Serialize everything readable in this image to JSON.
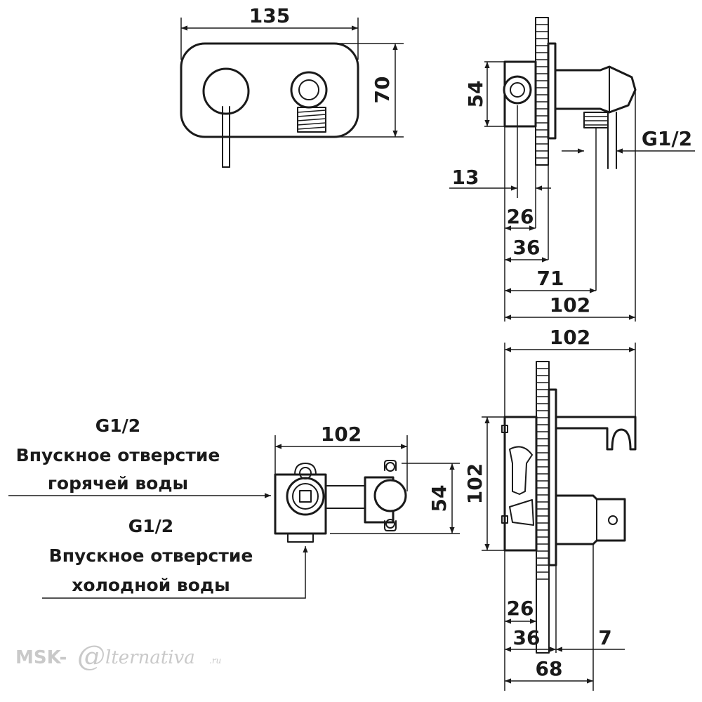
{
  "dimensions": {
    "front_width": "135",
    "front_height": "70",
    "side_height": "54",
    "side_thread": "G1/2",
    "side_d13": "13",
    "side_d26": "26",
    "side_d36": "36",
    "side_d71": "71",
    "side_d102": "102",
    "body_width": "102",
    "body_height": "54",
    "section_top_width": "102",
    "section_height": "102",
    "section_d26": "26",
    "section_d36": "36",
    "section_d7": "7",
    "section_d68": "68"
  },
  "labels": {
    "hot_thread": "G1/2",
    "hot_line1": "Впускное отверстие",
    "hot_line2": "горячей воды",
    "cold_thread": "G1/2",
    "cold_line1": "Впускное отверстие",
    "cold_line2": "холодной воды"
  },
  "watermark": {
    "brand_left": "MSK-",
    "brand_at": "@",
    "brand_right": "lternativa",
    "domain": ".ru"
  }
}
